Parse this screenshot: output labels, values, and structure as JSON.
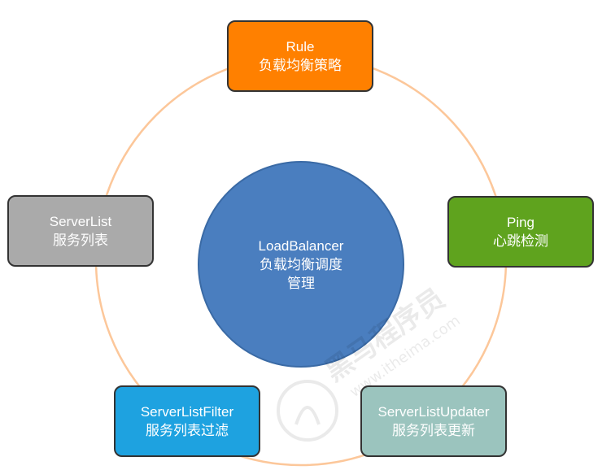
{
  "center": {
    "line1": "LoadBalancer",
    "line2": "负载均衡调度",
    "line3": "管理",
    "color": "#4a7ebf"
  },
  "nodes": {
    "rule": {
      "title": "Rule",
      "subtitle": "负载均衡策略",
      "color": "#ff8000"
    },
    "ping": {
      "title": "Ping",
      "subtitle": "心跳检测",
      "color": "#5fa31e"
    },
    "server_list": {
      "title": "ServerList",
      "subtitle": "服务列表",
      "color": "#aaaaaa"
    },
    "server_list_filter": {
      "title": "ServerListFilter",
      "subtitle": "服务列表过滤",
      "color": "#1ea2e0"
    },
    "server_list_updater": {
      "title": "ServerListUpdater",
      "subtitle": "服务列表更新",
      "color": "#9bc4be"
    }
  },
  "ring_color": "#fcc79a",
  "watermark": {
    "text_cn": "黑马程序员",
    "text_url": "www.itheima.com"
  }
}
